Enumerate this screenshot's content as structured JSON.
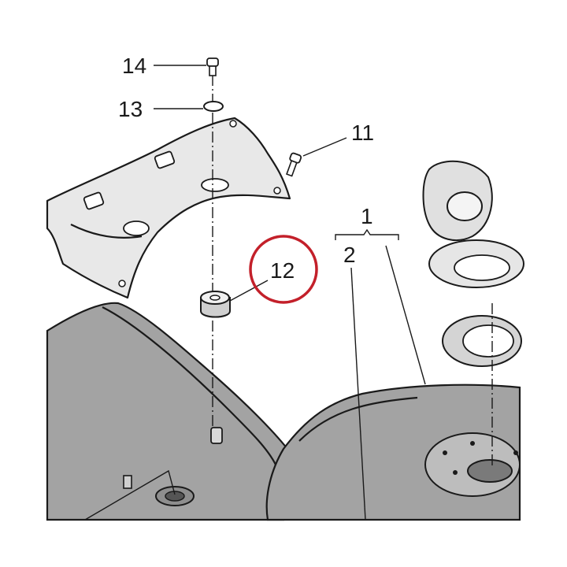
{
  "callouts": {
    "c1": "1",
    "c2": "2",
    "c11": "11",
    "c12": "12",
    "c13": "13",
    "c14": "14"
  },
  "colors": {
    "tank_fill": "#a3a3a3",
    "bracket_fill": "#e8e8e8",
    "highlight_circle": "#c3202a",
    "line": "#1a1a1a"
  }
}
